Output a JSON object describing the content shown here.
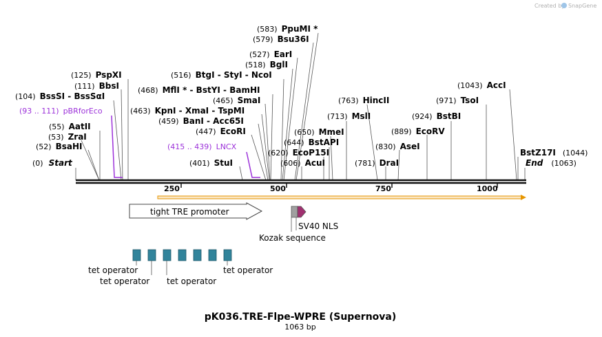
{
  "brand": {
    "created_by": "Created by",
    "name": "SnapGene"
  },
  "sequence": {
    "title": "pK036.TRE-Flpe-WPRE (Supernova)",
    "length_label": "1063 bp"
  },
  "ruler": {
    "ticks": [
      "250",
      "500",
      "750",
      "1000"
    ]
  },
  "enzymes": [
    {
      "pos": "(0)",
      "name": "Start",
      "italic": true
    },
    {
      "pos": "(52)",
      "name": "BsaHI"
    },
    {
      "pos": "(53)",
      "name": "ZraI"
    },
    {
      "pos": "(55)",
      "name": "AatII"
    },
    {
      "pos": "(104)",
      "name": "BssSI - BssSαI"
    },
    {
      "pos": "(111)",
      "name": "BbsI"
    },
    {
      "pos": "(125)",
      "name": "PspXI"
    },
    {
      "pos": "(401)",
      "name": "StuI"
    },
    {
      "pos": "(447)",
      "name": "EcoRI"
    },
    {
      "pos": "(459)",
      "name": "BanI - Acc65I"
    },
    {
      "pos": "(463)",
      "name": "KpnI - XmaI - TspMI"
    },
    {
      "pos": "(465)",
      "name": "SmaI"
    },
    {
      "pos": "(468)",
      "name": "MflI * - BstYI - BamHI"
    },
    {
      "pos": "(516)",
      "name": "BtgI - StyI - NcoI"
    },
    {
      "pos": "(518)",
      "name": "BglI"
    },
    {
      "pos": "(527)",
      "name": "EarI"
    },
    {
      "pos": "(579)",
      "name": "Bsu36I"
    },
    {
      "pos": "(583)",
      "name": "PpuMI *"
    },
    {
      "pos": "(606)",
      "name": "AcuI"
    },
    {
      "pos": "(620)",
      "name": "EcoP15I"
    },
    {
      "pos": "(644)",
      "name": "BstAPI"
    },
    {
      "pos": "(650)",
      "name": "MmeI"
    },
    {
      "pos": "(713)",
      "name": "MslI"
    },
    {
      "pos": "(763)",
      "name": "HincII"
    },
    {
      "pos": "(781)",
      "name": "DraI"
    },
    {
      "pos": "(830)",
      "name": "AseI"
    },
    {
      "pos": "(889)",
      "name": "EcoRV"
    },
    {
      "pos": "(924)",
      "name": "BstBI"
    },
    {
      "pos": "(971)",
      "name": "TsoI"
    },
    {
      "pos": "(1043)",
      "name": "AccI"
    },
    {
      "pos": "(1044)",
      "name": "BstZ17I"
    },
    {
      "pos": "(1063)",
      "name": "End",
      "italic": true
    }
  ],
  "primers": [
    {
      "range": "(93 .. 111)",
      "name": "pBRforEco",
      "color": "#9b30d9"
    },
    {
      "range": "(415 .. 439)",
      "name": "LNCX",
      "color": "#9b30d9"
    }
  ],
  "features": [
    {
      "name": "tight TRE promoter",
      "type": "promoter",
      "color": "#ffffff"
    },
    {
      "name": "SV40 NLS",
      "type": "cds",
      "color": "#a03070"
    },
    {
      "name": "Kozak sequence",
      "type": "misc",
      "color": "#a0a0a0"
    },
    {
      "name": "tet operator",
      "type": "protein_bind",
      "color": "#31849b"
    }
  ],
  "tet_operator_labels": [
    "tet operator",
    "tet operator",
    "tet operator",
    "tet operator"
  ],
  "colors": {
    "primer": "#9b30d9",
    "orf_arrow": "#f5a623",
    "tet_box": "#31849b",
    "nls": "#a03070"
  }
}
